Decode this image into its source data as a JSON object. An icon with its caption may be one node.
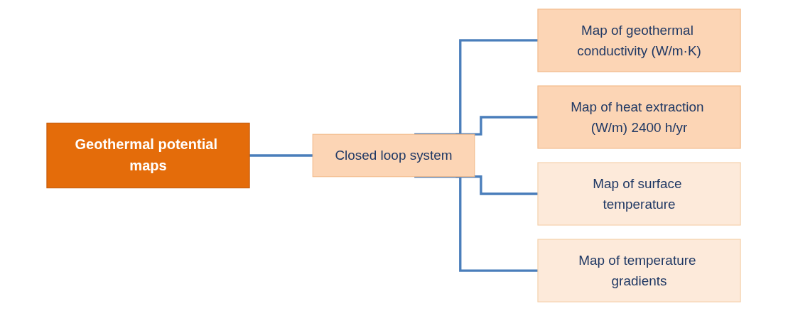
{
  "diagram": {
    "nodes": [
      {
        "text": [
          "Geothermal potential maps"
        ]
      },
      {
        "text": [
          "Closed loop system"
        ]
      },
      {
        "text": [
          "Map of geothermal conductivity (W/m·K)"
        ]
      },
      {
        "text": [
          "Map of heat extraction (W/m) 2400 h/yr"
        ]
      },
      {
        "text": [
          "Map of surface temperature"
        ]
      },
      {
        "text": [
          "Map of temperature gradients"
        ]
      }
    ],
    "edges": [
      {
        "from": 0,
        "to": 1,
        "arrow": "none"
      },
      {
        "from": 1,
        "to": 2,
        "arrow": "none"
      },
      {
        "from": 1,
        "to": 3,
        "arrow": "none"
      },
      {
        "from": 1,
        "to": 4,
        "arrow": "none"
      },
      {
        "from": 1,
        "to": 5,
        "arrow": "none"
      }
    ]
  }
}
